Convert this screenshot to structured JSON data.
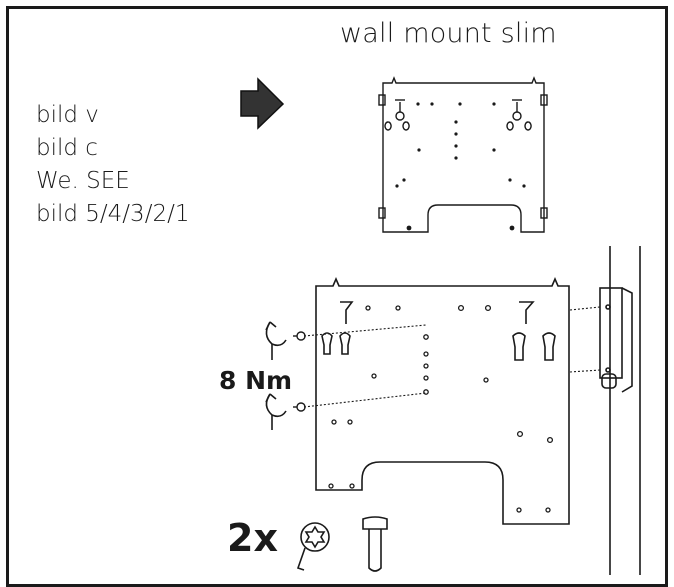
{
  "title": "wall mount slim",
  "legend": {
    "lines": [
      "bild v",
      "bild c",
      "We. SEE",
      "bild 5/4/3/2/1"
    ]
  },
  "torque_label": "8 Nm",
  "quantity_label": "2x",
  "icons": {
    "arrow": "arrow-right-icon",
    "torque": "rotation-arrow-icon",
    "screw_head": "torx-screw-head-icon",
    "screw_side": "screw-side-view-icon"
  },
  "colors": {
    "line": "#1a1a1a",
    "background": "#ffffff"
  }
}
